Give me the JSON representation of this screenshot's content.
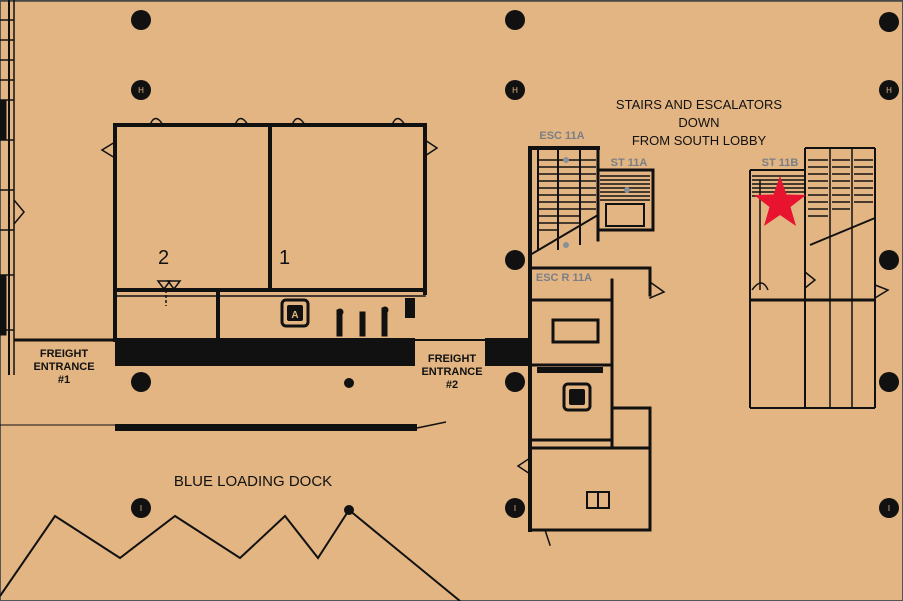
{
  "labels": {
    "stairs_heading": [
      "STAIRS AND ESCALATORS",
      "DOWN",
      "FROM  SOUTH LOBBY"
    ],
    "esc_11a": "ESC 11A",
    "st_11a": "ST 11A",
    "escr_11a": "ESC R 11A",
    "st_11b": "ST 11B",
    "room_2": "2",
    "room_1": "1",
    "freight_1": [
      "FREIGHT",
      "ENTRANCE",
      "#1"
    ],
    "freight_2": [
      "FREIGHT",
      "ENTRANCE",
      "#2"
    ],
    "loading_dock": "BLUE LOADING DOCK",
    "column_mark_h": "H",
    "column_mark_i": "I"
  },
  "colors": {
    "floor": "#e3b583",
    "walls": "#111111",
    "stair_label": "#7a7f86",
    "marker": "#e8132e"
  },
  "icons": {
    "marker": "star-icon",
    "elevator": "elevator-icon",
    "door": "door-icon"
  }
}
